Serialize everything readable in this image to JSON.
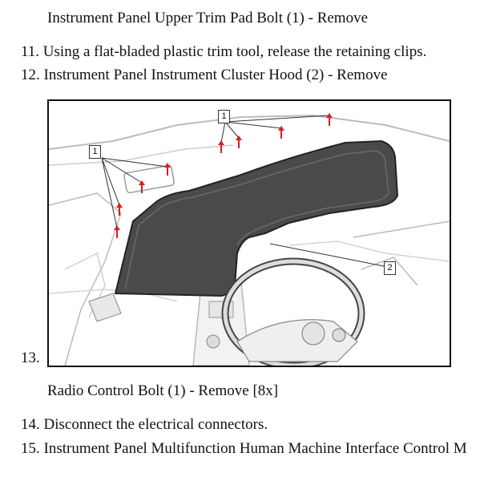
{
  "steps": {
    "intro_title": "Instrument Panel Upper Trim Pad Bolt (1) - Remove",
    "step11": {
      "number": "11.",
      "text": "Using a flat-bladed plastic trim tool, release the retaining clips."
    },
    "step12": {
      "number": "12.",
      "text": "Instrument Panel Instrument Cluster Hood (2) - Remove"
    },
    "step13": {
      "number": "13.",
      "text": "Radio Control Bolt (1) - Remove [8x]"
    },
    "step14": {
      "number": "14.",
      "text": "Disconnect the electrical connectors."
    },
    "step15": {
      "number": "15.",
      "text": "Instrument Panel Multifunction Human Machine Interface Control M"
    }
  },
  "figure": {
    "callouts": [
      "1",
      "1",
      "2"
    ],
    "arrow_color": "#d81e1e",
    "hood_color": "#4a4a4a"
  }
}
